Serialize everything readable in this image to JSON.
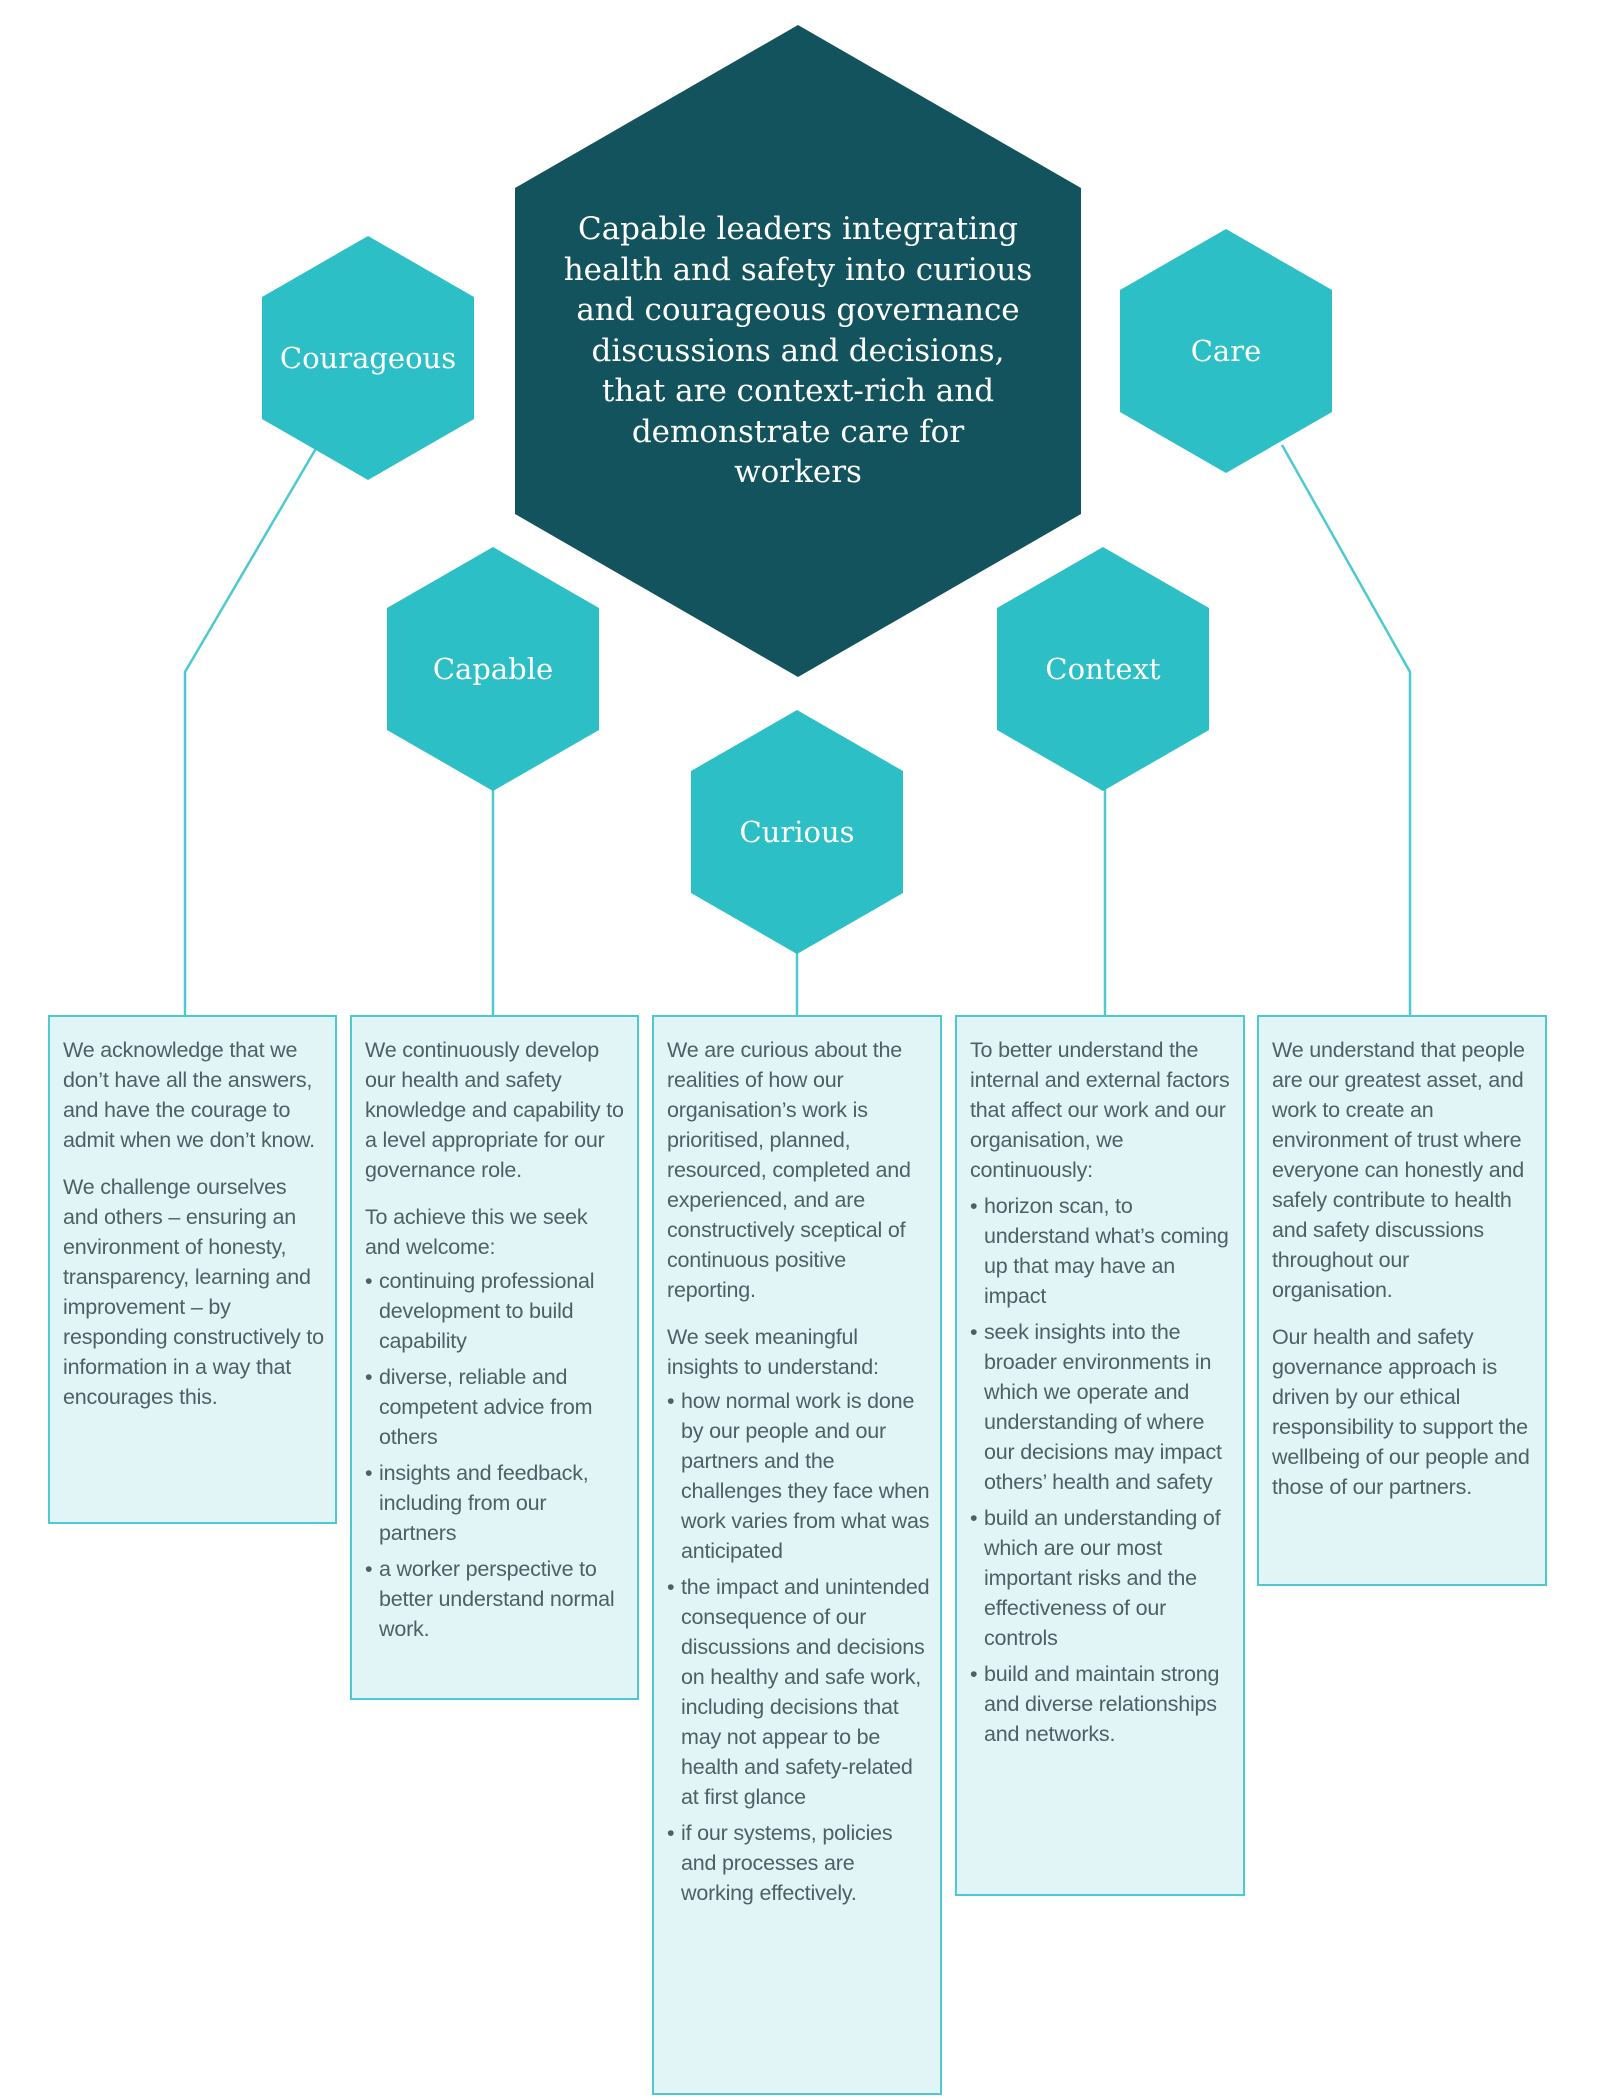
{
  "central": {
    "lines": [
      "Capable leaders integrating",
      "health and safety into curious",
      "and courageous governance",
      "discussions and decisions,",
      "that are context-rich and",
      "demonstrate care for workers"
    ]
  },
  "values": {
    "courageous": {
      "title": "Courageous",
      "paragraphs": [
        "We acknowledge that we don’t have all the answers, and have the courage to admit when we don’t know.",
        "We challenge ourselves and others – ensuring an environment of honesty, transparency, learning and improvement – by responding constructively to information in a way that encourages this."
      ]
    },
    "capable": {
      "title": "Capable",
      "paragraphs": [
        "We continuously develop our health and safety knowledge and capability to a level appropriate for our governance role.",
        "To achieve this we seek and welcome:"
      ],
      "bullets": [
        "continuing professional development to build capability",
        "diverse, reliable and competent advice from others",
        "insights and feedback, including from our partners",
        "a worker perspective to better understand normal work."
      ]
    },
    "curious": {
      "title": "Curious",
      "paragraphs": [
        "We are curious about the realities of how our organisation’s work is prioritised, planned, resourced, completed and experienced, and are constructively sceptical of continuous positive reporting.",
        "We seek meaningful insights to understand:"
      ],
      "bullets": [
        "how normal work is done by our people and our partners and the challenges they face when work varies from what was anticipated",
        "the impact and unintended consequence of our discussions and decisions on healthy and safe work, including decisions that may not appear to be health and safety-related at first glance",
        "if our systems, policies and processes are working effectively."
      ]
    },
    "context": {
      "title": "Context",
      "paragraphs": [
        "To better understand the internal and external factors that affect our work and our organisation, we continuously:"
      ],
      "bullets": [
        "horizon scan, to understand what’s coming up that may have an impact",
        "seek insights into the broader environments in which we operate and understanding of where our decisions may impact others’ health and safety",
        "build an understanding of which are our most important risks and the effectiveness of our controls",
        "build and maintain strong and diverse relationships and networks."
      ]
    },
    "care": {
      "title": "Care",
      "paragraphs": [
        "We understand that people are our greatest asset, and work to create an environment of trust where everyone can honestly and safely contribute to health and safety discussions throughout our organisation.",
        "Our health and safety governance approach is driven by our ethical responsibility to support the wellbeing of our people and those of our partners."
      ]
    }
  },
  "colors": {
    "central_hex": "#13535d",
    "value_hex": "#2dbfc6",
    "box_fill": "#e1f5f6",
    "box_border": "#4ec9cf",
    "body_text": "#4e5f66"
  }
}
